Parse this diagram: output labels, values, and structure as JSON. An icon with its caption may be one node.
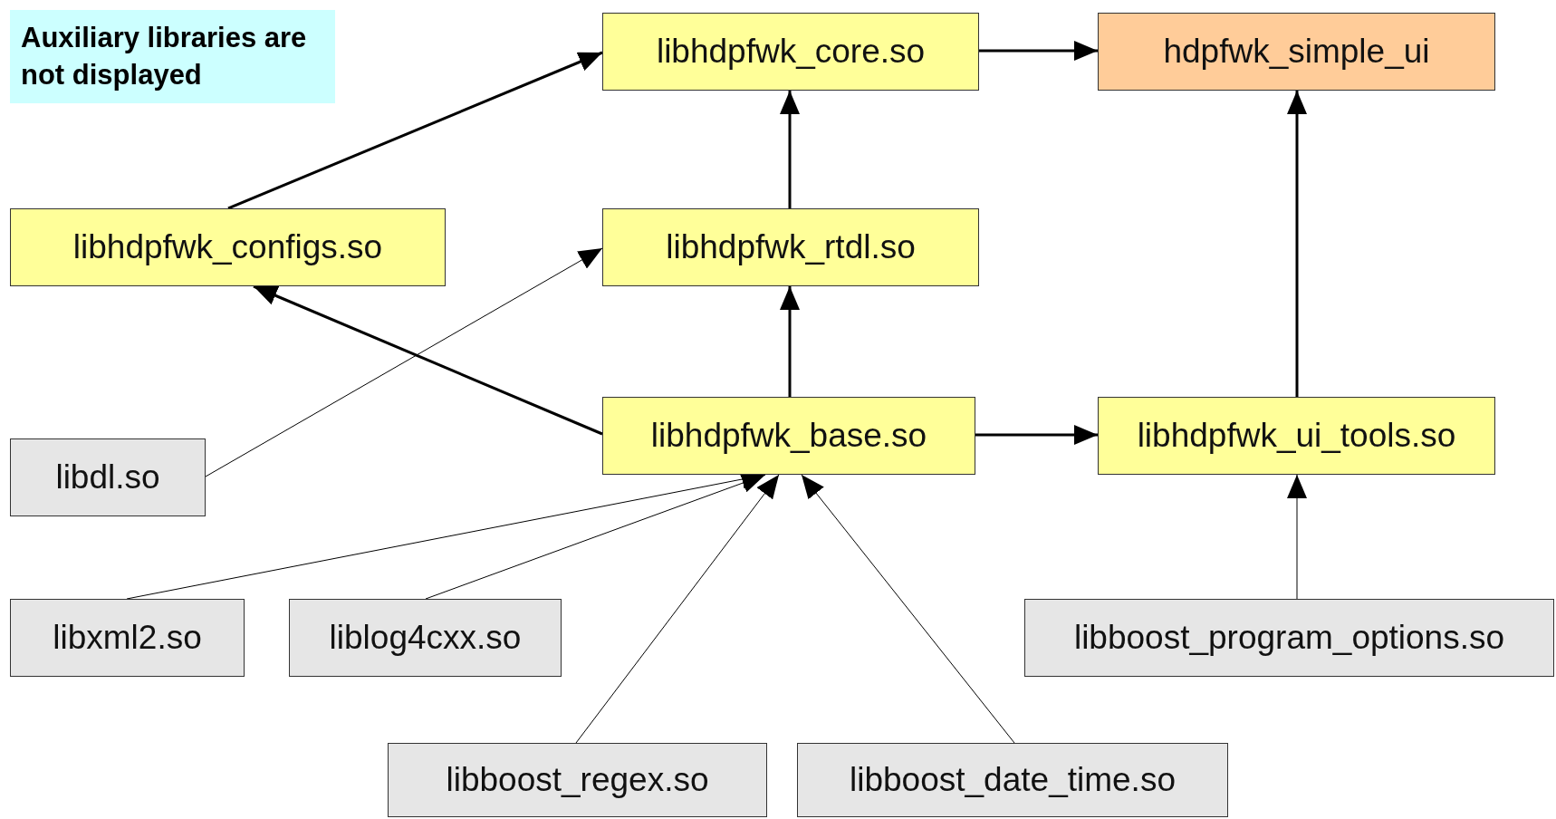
{
  "diagram": {
    "nodes": [
      {
        "text": [
          "Auxiliary libraries are not displayed"
        ]
      },
      {
        "text": [
          "libhdpfwk_core.so"
        ]
      },
      {
        "text": [
          "hdpfwk_simple_ui"
        ]
      },
      {
        "text": [
          "libhdpfwk_configs.so"
        ]
      },
      {
        "text": [
          "libhdpfwk_rtdl.so"
        ]
      },
      {
        "text": [
          "libdl.so"
        ]
      },
      {
        "text": [
          "libhdpfwk_base.so"
        ]
      },
      {
        "text": [
          "libhdpfwk_ui_tools.so"
        ]
      },
      {
        "text": [
          "libxml2.so"
        ]
      },
      {
        "text": [
          "liblog4cxx.so"
        ]
      },
      {
        "text": [
          "libboost_program_options.so"
        ]
      },
      {
        "text": [
          "libboost_regex.so"
        ]
      },
      {
        "text": [
          "libboost_date_time.so"
        ]
      }
    ],
    "edges": [
      {
        "from": 3,
        "to": 1,
        "arrow": "to"
      },
      {
        "from": 1,
        "to": 2,
        "arrow": "to"
      },
      {
        "from": 4,
        "to": 1,
        "arrow": "to"
      },
      {
        "from": 6,
        "to": 4,
        "arrow": "to"
      },
      {
        "from": 6,
        "to": 3,
        "arrow": "to"
      },
      {
        "from": 6,
        "to": 7,
        "arrow": "to"
      },
      {
        "from": 7,
        "to": 2,
        "arrow": "to"
      },
      {
        "from": 5,
        "to": 4,
        "arrow": "to"
      },
      {
        "from": 8,
        "to": 6,
        "arrow": "to"
      },
      {
        "from": 9,
        "to": 6,
        "arrow": "to"
      },
      {
        "from": 11,
        "to": 6,
        "arrow": "to"
      },
      {
        "from": 12,
        "to": 6,
        "arrow": "to"
      },
      {
        "from": 10,
        "to": 7,
        "arrow": "to"
      }
    ]
  }
}
